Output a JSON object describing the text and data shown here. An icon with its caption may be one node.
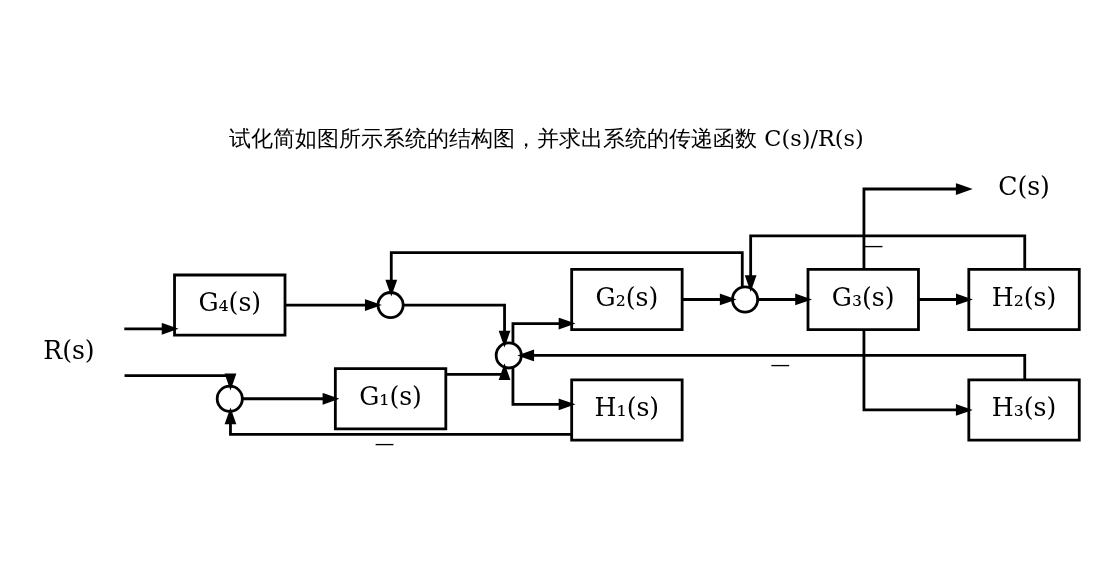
{
  "diagram": {
    "title": "试化简如图所示系统的结构图，并求出系统的传递函数 C(s)/R(s)",
    "nodes": [
      {
        "text": [
          "R(s)"
        ]
      },
      {
        "text": [
          "G₄(s)"
        ]
      },
      {
        "text": [],
        "shape": "circle"
      },
      {
        "text": [
          "G₁(s)"
        ]
      },
      {
        "text": [],
        "shape": "circle"
      },
      {
        "text": [],
        "shape": "circle"
      },
      {
        "text": [
          "G₂(s)"
        ]
      },
      {
        "text": [],
        "shape": "circle"
      },
      {
        "text": [
          "G₃(s)"
        ]
      },
      {
        "text": [
          "C(s)"
        ]
      },
      {
        "text": [
          "H₁(s)"
        ]
      },
      {
        "text": [
          "H₂(s)"
        ]
      },
      {
        "text": [
          "H₃(s)"
        ]
      }
    ],
    "edges": [
      {
        "from": 0,
        "to": 1,
        "arrow": "to"
      },
      {
        "from": 0,
        "to": 2,
        "arrow": "to"
      },
      {
        "from": 2,
        "to": 3,
        "arrow": "to"
      },
      {
        "from": 1,
        "to": 4,
        "arrow": "to"
      },
      {
        "from": 3,
        "to": 5,
        "arrow": "to"
      },
      {
        "from": 4,
        "to": 5,
        "arrow": "to"
      },
      {
        "from": 5,
        "to": 6,
        "arrow": "to"
      },
      {
        "from": 6,
        "to": 7,
        "arrow": "to"
      },
      {
        "from": 7,
        "to": 8,
        "arrow": "to"
      },
      {
        "from": 7,
        "to": 4,
        "arrow": "to"
      },
      {
        "from": 8,
        "to": 9,
        "arrow": "to"
      },
      {
        "from": 5,
        "to": 10,
        "arrow": "to"
      },
      {
        "from": 10,
        "to": 2,
        "arrow": "to",
        "label": "—"
      },
      {
        "from": 8,
        "to": 11,
        "arrow": "to"
      },
      {
        "from": 11,
        "to": 7,
        "arrow": "to",
        "label": "—"
      },
      {
        "from": 8,
        "to": 12,
        "arrow": "to"
      },
      {
        "from": 12,
        "to": 5,
        "arrow": "to",
        "label": "—"
      }
    ]
  }
}
